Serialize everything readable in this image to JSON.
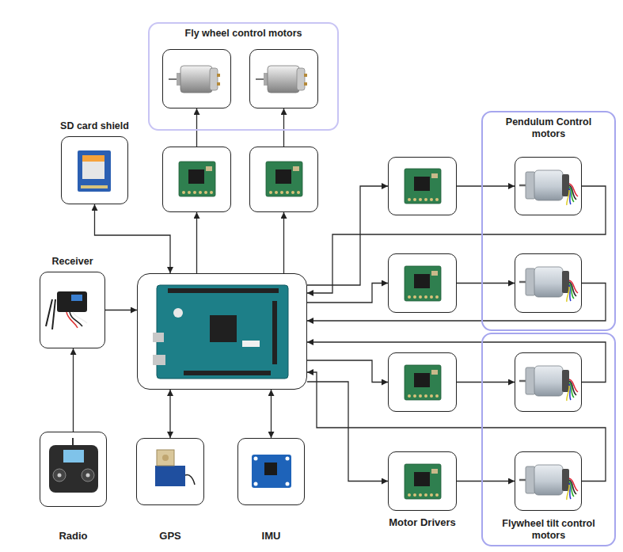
{
  "diagram": {
    "nodes": [
      {
        "text": [
          "Fly wheel control motors"
        ]
      },
      {
        "text": [],
        "in": 0
      },
      {
        "text": [],
        "in": 0
      },
      {
        "text": [
          "SD card shield"
        ]
      },
      {
        "text": []
      },
      {
        "text": []
      },
      {
        "text": [
          "Pendulum Control motors"
        ]
      },
      {
        "text": []
      },
      {
        "text": [],
        "in": 6
      },
      {
        "text": [
          "Receiver"
        ]
      },
      {
        "text": []
      },
      {
        "text": []
      },
      {
        "text": [],
        "in": 6
      },
      {
        "text": [
          "Flywheel tilt control motors"
        ]
      },
      {
        "text": []
      },
      {
        "text": [],
        "in": 13
      },
      {
        "text": [
          "Radio"
        ]
      },
      {
        "text": [
          "GPS"
        ]
      },
      {
        "text": [
          "IMU"
        ]
      },
      {
        "text": [
          "Motor Drivers"
        ]
      },
      {
        "text": [],
        "in": 13
      }
    ],
    "edges": [
      {
        "from": 4,
        "to": 1,
        "arrow": "to"
      },
      {
        "from": 5,
        "to": 2,
        "arrow": "to"
      },
      {
        "from": 10,
        "to": 4,
        "arrow": "to"
      },
      {
        "from": 10,
        "to": 5,
        "arrow": "to"
      },
      {
        "from": 3,
        "to": 10,
        "arrow": "both"
      },
      {
        "from": 9,
        "to": 10,
        "arrow": "to"
      },
      {
        "from": 16,
        "to": 9,
        "arrow": "to"
      },
      {
        "from": 17,
        "to": 10,
        "arrow": "both"
      },
      {
        "from": 18,
        "to": 10,
        "arrow": "both"
      },
      {
        "from": 10,
        "to": 7,
        "arrow": "to"
      },
      {
        "from": 7,
        "to": 8,
        "arrow": "to"
      },
      {
        "from": 8,
        "to": 10,
        "arrow": "to"
      },
      {
        "from": 10,
        "to": 11,
        "arrow": "to"
      },
      {
        "from": 11,
        "to": 12,
        "arrow": "to"
      },
      {
        "from": 12,
        "to": 10,
        "arrow": "to"
      },
      {
        "from": 10,
        "to": 14,
        "arrow": "to"
      },
      {
        "from": 14,
        "to": 15,
        "arrow": "to"
      },
      {
        "from": 15,
        "to": 10,
        "arrow": "to"
      },
      {
        "from": 10,
        "to": 19,
        "arrow": "to"
      },
      {
        "from": 19,
        "to": 20,
        "arrow": "to"
      },
      {
        "from": 20,
        "to": 10,
        "arrow": "to"
      }
    ]
  }
}
